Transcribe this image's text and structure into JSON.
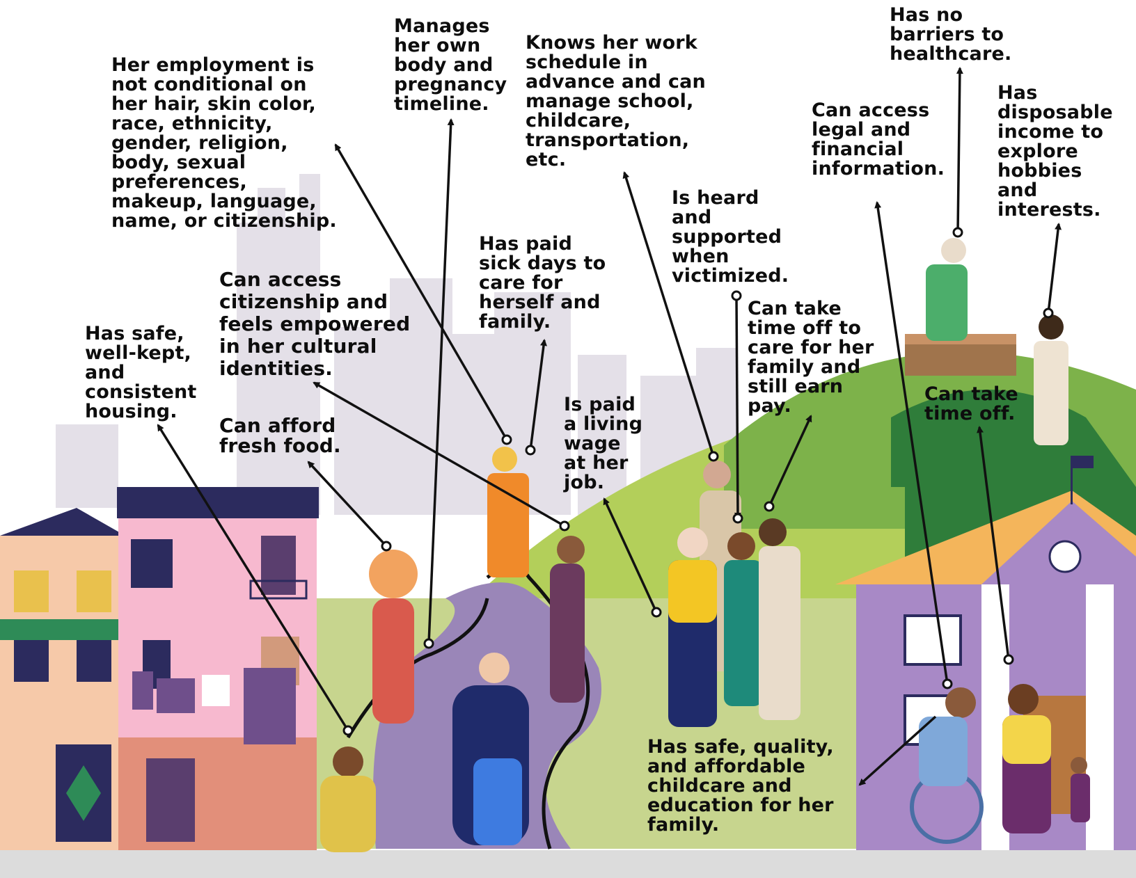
{
  "labels": {
    "employment": "Her employment is\nnot conditional on\nher hair, skin color,\nrace, ethnicity,\ngender, religion,\nbody, sexual\npreferences,\nmakeup, language,\nname, or citizenship.",
    "body": "Manages\nher own\nbody and\npregnancy\ntimeline.",
    "schedule": "Knows her work\nschedule in\nadvance and can\nmanage school,\nchildcare,\ntransportation,\netc.",
    "healthcare": "Has no\nbarriers to\nhealthcare.",
    "legal": "Can access\nlegal and\nfinancial\ninformation.",
    "hobbies": "Has\ndisposable\nincome to\nexplore\nhobbies\nand\ninterests.",
    "heard": "Is heard\nand\nsupported\nwhen\nvictimized.",
    "sick_days": "Has paid\nsick days to\ncare for\nherself and\nfamily.",
    "citizenship": "Can access\ncitizenship and\nfeels empowered\nin her cultural\nidentities.",
    "housing": "Has safe,\nwell-kept,\nand\nconsistent\nhousing.",
    "food": "Can afford\nfresh food.",
    "wage": "Is paid\na living\nwage\nat her\njob.",
    "time_off_family": "Can take\ntime off to\ncare for her\nfamily and\nstill earn\npay.",
    "time_off": "Can take\ntime off.",
    "childcare": "Has safe, quality,\nand affordable\nchildcare and\neducation for her\nfamily."
  }
}
